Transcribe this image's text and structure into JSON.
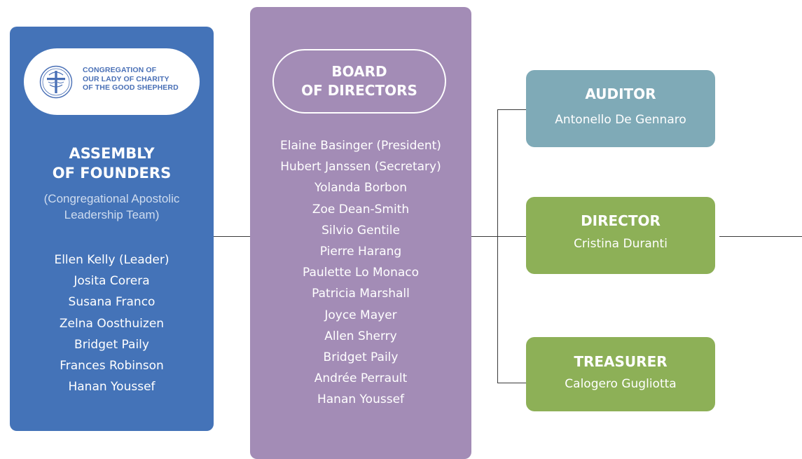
{
  "logo": {
    "lines": [
      "CONGREGATION OF",
      "OUR LADY OF CHARITY",
      "OF THE GOOD SHEPHERD"
    ]
  },
  "assembly": {
    "title_lines": [
      "ASSEMBLY",
      "OF FOUNDERS"
    ],
    "subtitle_lines": [
      "(Congregational Apostolic",
      "Leadership Team)"
    ],
    "members": [
      "Ellen Kelly (Leader)",
      "Josita Corera",
      "Susana Franco",
      "Zelna Oosthuizen",
      "Bridget Paily",
      "Frances Robinson",
      "Hanan Youssef"
    ]
  },
  "board": {
    "title_lines": [
      "BOARD",
      "OF DIRECTORS"
    ],
    "members": [
      "Elaine Basinger (President)",
      "Hubert Janssen (Secretary)",
      "Yolanda Borbon",
      "Zoe Dean-Smith",
      "Silvio Gentile",
      "Pierre Harang",
      "Paulette Lo Monaco",
      "Patricia Marshall",
      "Joyce Mayer",
      "Allen Sherry",
      "Bridget Paily",
      "Andrée Perrault",
      "Hanan Youssef"
    ]
  },
  "auditor": {
    "title": "AUDITOR",
    "name": "Antonello De Gennaro"
  },
  "director": {
    "title": "DIRECTOR",
    "name": "Cristina Duranti"
  },
  "treasurer": {
    "title": "TREASURER",
    "name": "Calogero Gugliotta"
  },
  "colors": {
    "assembly": "#4473b8",
    "board": "#a38cb6",
    "auditor": "#7faab7",
    "director": "#8db057",
    "treasurer": "#8db057"
  },
  "icons": {
    "logo_seal": "good-shepherd-seal-icon"
  }
}
